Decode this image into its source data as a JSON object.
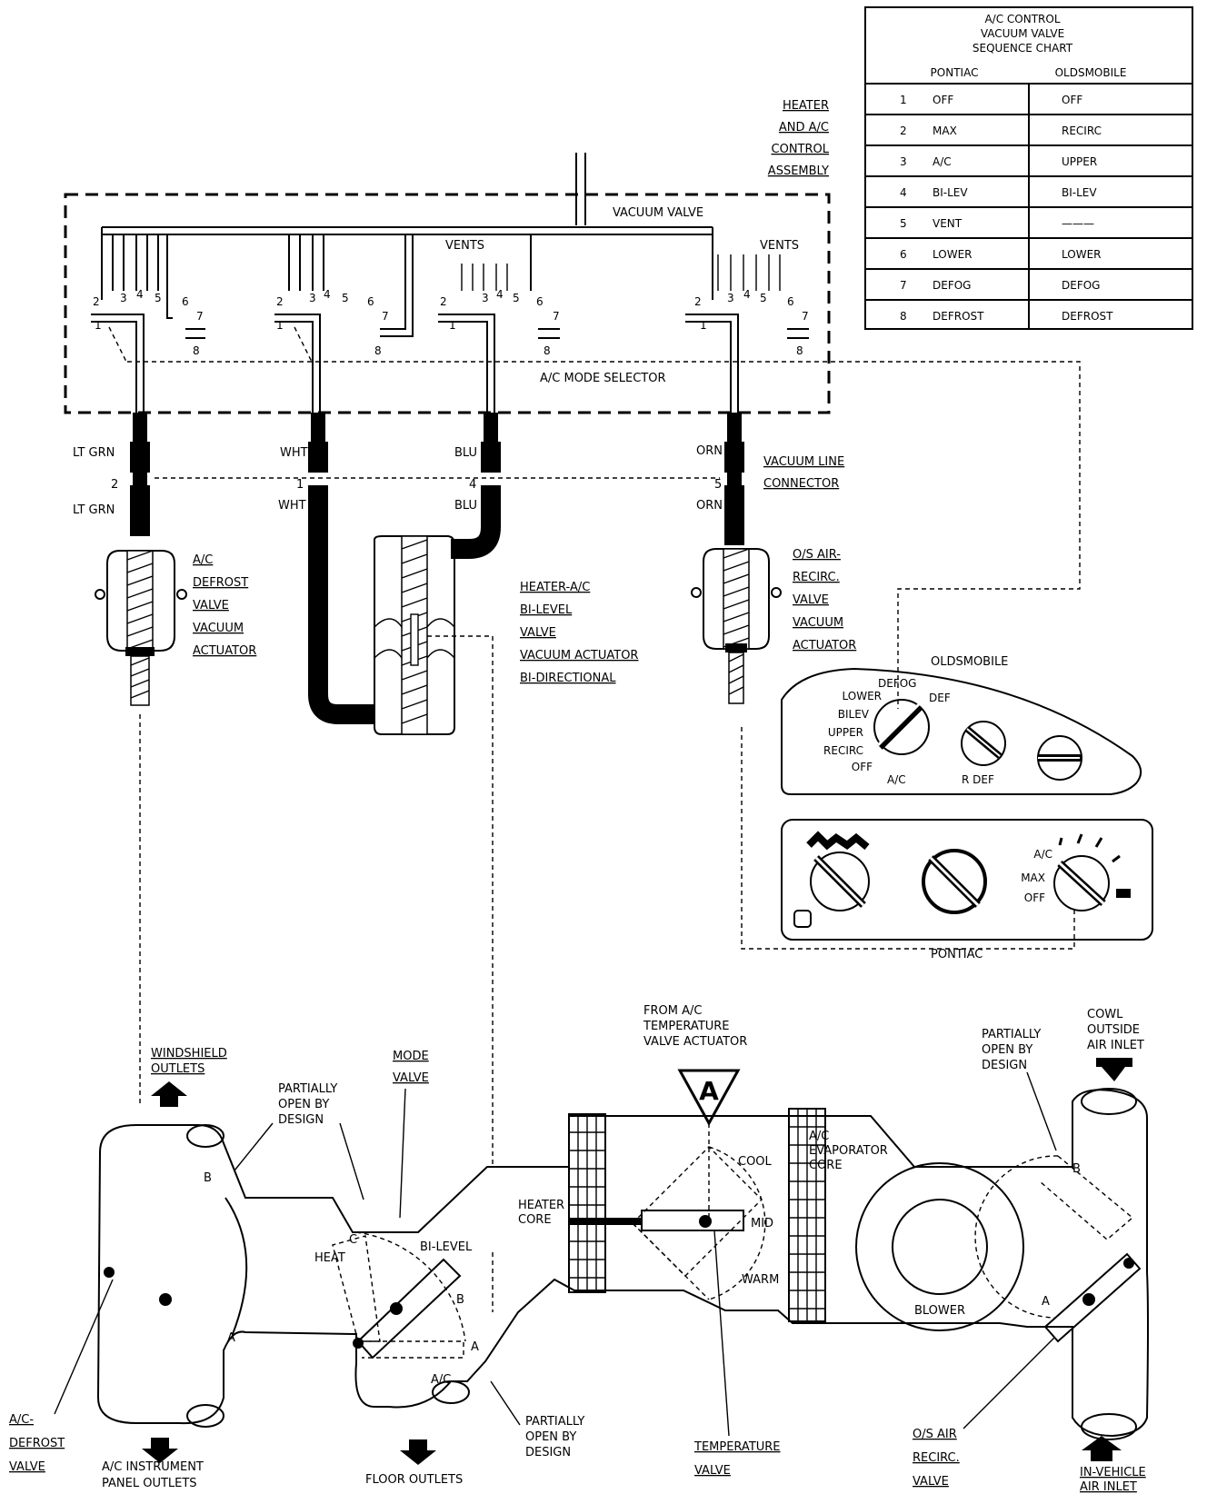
{
  "sequence_chart": {
    "title_lines": [
      "A/C CONTROL",
      "VACUUM VALVE",
      "SEQUENCE CHART"
    ],
    "headers": [
      "PONTIAC",
      "OLDSMOBILE"
    ],
    "rows": [
      {
        "n": "1",
        "pontiac": "OFF",
        "olds": "OFF"
      },
      {
        "n": "2",
        "pontiac": "MAX",
        "olds": "RECIRC"
      },
      {
        "n": "3",
        "pontiac": "A/C",
        "olds": "UPPER"
      },
      {
        "n": "4",
        "pontiac": "BI-LEV",
        "olds": "BI-LEV"
      },
      {
        "n": "5",
        "pontiac": "VENT",
        "olds": "———"
      },
      {
        "n": "6",
        "pontiac": "LOWER",
        "olds": "LOWER"
      },
      {
        "n": "7",
        "pontiac": "DEFOG",
        "olds": "DEFOG"
      },
      {
        "n": "8",
        "pontiac": "DEFROST",
        "olds": "DEFROST"
      }
    ]
  },
  "control_assembly": {
    "label_lines": [
      "HEATER",
      "AND A/C",
      "CONTROL",
      "ASSEMBLY"
    ],
    "vacuum_valve": "VACUUM VALVE",
    "mode_selector": "A/C MODE SELECTOR",
    "vents_left": "VENTS",
    "vents_right": "VENTS",
    "port_numbers": [
      "1",
      "2",
      "3",
      "4",
      "5",
      "6",
      "7",
      "8"
    ]
  },
  "hoses": {
    "lt_grn_top": "LT GRN",
    "lt_grn_bottom": "LT GRN",
    "lt_grn_num": "2",
    "wht_top": "WHT",
    "wht_bottom": "WHT",
    "wht_num": "1",
    "blu_top": "BLU",
    "blu_bottom": "BLU",
    "blu_num": "4",
    "orn_top": "ORN",
    "orn_bottom": "ORN",
    "orn_num": "5",
    "connector_lines": [
      "VACUUM LINE",
      "CONNECTOR"
    ]
  },
  "actuators": {
    "defrost_lines": [
      "A/C",
      "DEFROST",
      "VALVE",
      "VACUUM",
      "ACTUATOR"
    ],
    "bilevel_lines": [
      "HEATER-A/C",
      "BI-LEVEL",
      "VALVE",
      "VACUUM ACTUATOR",
      "BI-DIRECTIONAL"
    ],
    "recirc_lines": [
      "O/S AIR-",
      "RECIRC.",
      "VALVE",
      "VACUUM",
      "ACTUATOR"
    ]
  },
  "oldsmobile_panel": {
    "title": "OLDSMOBILE",
    "labels": [
      "LOWER",
      "BILEV",
      "UPPER",
      "RECIRC",
      "OFF",
      "DEFOG",
      "DEF"
    ],
    "knob1": "A/C",
    "knob2": "R DEF"
  },
  "pontiac_panel": {
    "title": "PONTIAC",
    "labels": [
      "A/C",
      "MAX",
      "OFF"
    ]
  },
  "airflow": {
    "windshield_lines": [
      "WINDSHIELD",
      "OUTLETS"
    ],
    "mode_valve_lines": [
      "MODE",
      "VALVE"
    ],
    "partially_open_1": [
      "PARTIALLY",
      "OPEN BY",
      "DESIGN"
    ],
    "partially_open_2": [
      "PARTIALLY",
      "OPEN BY",
      "DESIGN"
    ],
    "partially_open_3": [
      "PARTIALLY",
      "OPEN BY",
      "DESIGN"
    ],
    "from_actuator_lines": [
      "FROM A/C",
      "TEMPERATURE",
      "VALVE ACTUATOR"
    ],
    "triangle_letter": "A",
    "cowl_lines": [
      "COWL",
      "OUTSIDE",
      "AIR INLET"
    ],
    "heater_core_lines": [
      "HEATER",
      "CORE"
    ],
    "evaporator_lines": [
      "A/C",
      "EVAPORATOR",
      "CORE"
    ],
    "cool": "COOL",
    "mid": "MID",
    "warm": "WARM",
    "blower": "BLOWER",
    "heat": "HEAT",
    "bilevel": "BI-LEVEL",
    "ac": "A/C",
    "letter_a": "A",
    "letter_b": "B",
    "letter_c": "C",
    "defrost_valve_lines": [
      "A/C-",
      "DEFROST",
      "VALVE"
    ],
    "instrument_lines": [
      "A/C INSTRUMENT",
      "PANEL OUTLETS"
    ],
    "floor_outlets": "FLOOR OUTLETS",
    "temp_valve_lines": [
      "TEMPERATURE",
      "VALVE"
    ],
    "os_air_lines": [
      "O/S AIR",
      "RECIRC.",
      "VALVE"
    ],
    "in_vehicle_lines": [
      "IN-VEHICLE",
      "AIR INLET"
    ]
  }
}
